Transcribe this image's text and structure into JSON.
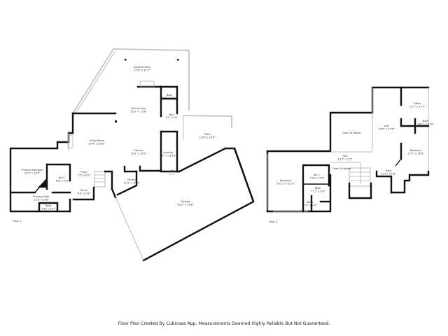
{
  "floor_plan": {
    "floor1": {
      "label": "Floor 1",
      "rooms": [
        {
          "name": "Covered Deck",
          "size": "32'8\" x 31'7\""
        },
        {
          "name": "Bath",
          "size": "6'4\" x 4'11\""
        },
        {
          "name": "Hall",
          "size": "3'7\" x 10'"
        },
        {
          "name": "Dining Area",
          "size": "15'3\" x 13'6\""
        },
        {
          "name": "Living Room",
          "size": "20'4\" x 20'9\""
        },
        {
          "name": "Kitchen",
          "size": "15'6\" x 24'2\""
        },
        {
          "name": "Laundry",
          "size": "6'4\" x 13'10\""
        },
        {
          "name": "Patio",
          "size": "18'8\" x 18'9\""
        },
        {
          "name": "Primary Bedroom",
          "size": "16'3\" x 14'5\""
        },
        {
          "name": "W.I.C.",
          "size": "6'8\" x 9'8\""
        },
        {
          "name": "Foyer",
          "size": "7'5\" x 8'7\""
        },
        {
          "name": "Porch",
          "size": "6'9\" x 5'4\""
        },
        {
          "name": "Pantry",
          "size": "11'3\" x 9'10\""
        },
        {
          "name": "Primary Bath",
          "size": "21'2\" x 9'8\""
        },
        {
          "name": "Bath",
          "size": "5'6\" x 2'7\""
        },
        {
          "name": "Garage",
          "size": "42'0\" x 26'8\""
        }
      ]
    },
    "floor2": {
      "label": "Floor 2",
      "rooms": [
        {
          "name": "Open To Below",
          "size": ""
        },
        {
          "name": "Office",
          "size": "11'7\" x 11'3\""
        },
        {
          "name": "Bath",
          "size": "4'8\" x 11'10\""
        },
        {
          "name": "Loft",
          "size": "10'5\" x 27'5\""
        },
        {
          "name": "Hall",
          "size": "19'7\" x 5'3\""
        },
        {
          "name": "Bedroom",
          "size": "17'5\" x 16'6\""
        },
        {
          "name": "Open To Below",
          "size": ""
        },
        {
          "name": "Bath",
          "size": "11'3\" x 5'8\""
        },
        {
          "name": "W.I.C.",
          "size": "7'11\" x 5'0\""
        },
        {
          "name": "Bedroom",
          "size": "16'11\" x 21'5\""
        },
        {
          "name": "Bath",
          "size": "7'11\" x 9'8\""
        },
        {
          "name": "Bath",
          "size": "2'0\" x 5'4\""
        }
      ]
    },
    "footer": "Floor Plan Created By Cubicasa App. Measurements Deemed Highly Reliable But Not Guaranteed."
  }
}
